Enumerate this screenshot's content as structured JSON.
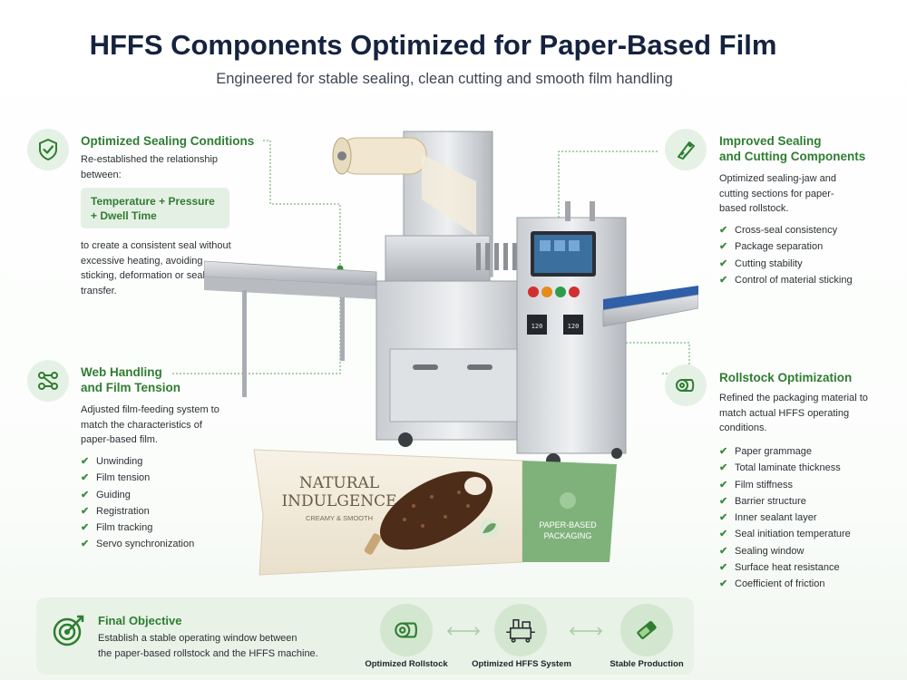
{
  "header": {
    "title": "HFFS Components Optimized for Paper-Based Film",
    "subtitle": "Engineered for stable sealing, clean cutting and smooth film handling"
  },
  "sealing_conditions": {
    "icon": "shield-check-icon",
    "title": "Optimized Sealing Conditions",
    "intro": "Re-established the relationship between:",
    "chip_line1": "Temperature + Pressure",
    "chip_line2": "+ Dwell Time",
    "body": "to create a consistent seal without excessive heating, avoiding sticking, deformation or sealant transfer."
  },
  "web_handling": {
    "icon": "network-nodes-icon",
    "title_line1": "Web Handling",
    "title_line2": "and Film Tension",
    "body": "Adjusted film-feeding system to match the characteristics of paper-based film.",
    "items": [
      "Unwinding",
      "Film tension",
      "Guiding",
      "Registration",
      "Film tracking",
      "Servo synchronization"
    ]
  },
  "sealing_cutting": {
    "icon": "cutting-blade-icon",
    "title_line1": "Improved Sealing",
    "title_line2": "and Cutting Components",
    "body": "Optimized sealing-jaw and cutting sections for paper-based rollstock.",
    "items": [
      "Cross-seal consistency",
      "Package separation",
      "Cutting stability",
      "Control of material sticking"
    ]
  },
  "rollstock": {
    "icon": "film-roll-icon",
    "title": "Rollstock Optimization",
    "body": "Refined the packaging material to match actual HFFS operating conditions.",
    "items": [
      "Paper grammage",
      "Total laminate thickness",
      "Film stiffness",
      "Barrier structure",
      "Inner sealant layer",
      "Seal initiation temperature",
      "Sealing window",
      "Surface heat resistance",
      "Coefficient of friction"
    ]
  },
  "package": {
    "brand_line1": "NATURAL",
    "brand_line2": "INDULGENCE",
    "tagline": "CREAMY & SMOOTH",
    "badge_line1": "PAPER-BASED",
    "badge_line2": "PACKAGING"
  },
  "machine": {
    "timer_left": "120",
    "timer_right": "120"
  },
  "final_objective": {
    "icon": "target-arrow-icon",
    "title": "Final Objective",
    "body_line1": "Establish a stable operating window between",
    "body_line2": "the paper-based rollstock and the HFFS machine.",
    "flow": [
      {
        "label": "Optimized Rollstock",
        "icon": "film-roll-icon"
      },
      {
        "label": "Optimized HFFS System",
        "icon": "machine-icon"
      },
      {
        "label": "Stable Production",
        "icon": "ice-cream-bar-icon"
      }
    ]
  },
  "colors": {
    "accent_green": "#2f7d32",
    "title_navy": "#15233f",
    "light_green": "#e6f1e5"
  }
}
